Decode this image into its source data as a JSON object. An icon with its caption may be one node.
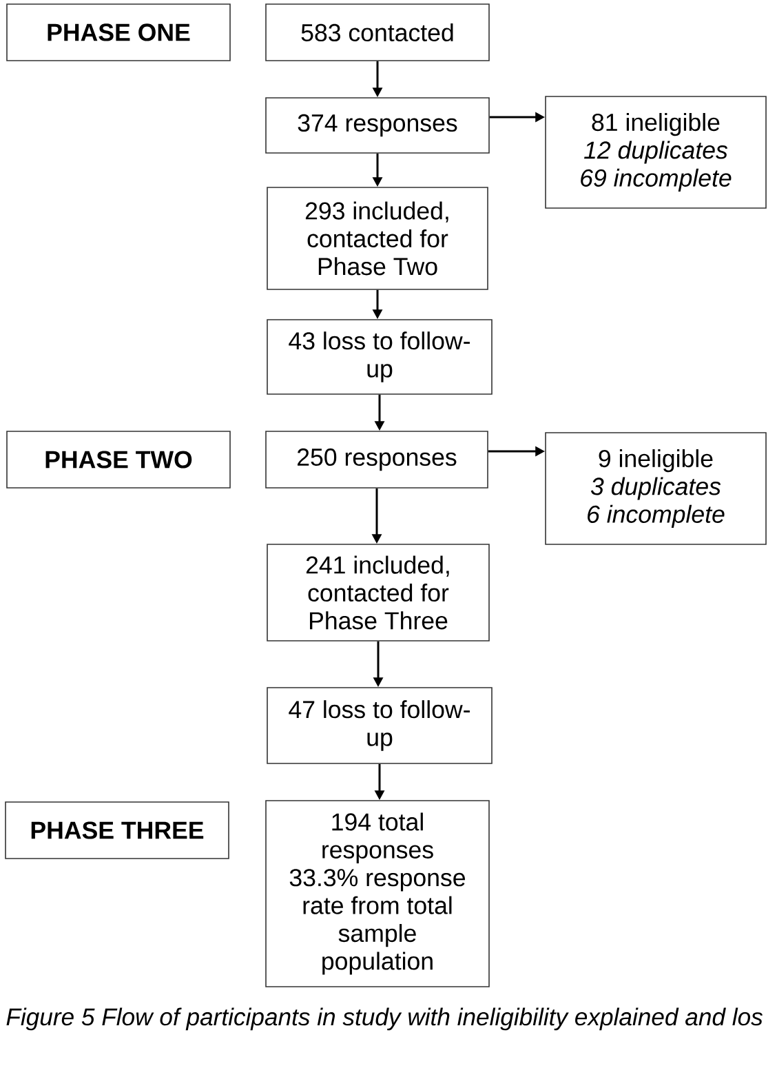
{
  "diagram": {
    "caption": "Figure 5 Flow of participants in study with ineligibility explained and los",
    "nodes": [
      {
        "text": [
          "PHASE ONE"
        ]
      },
      {
        "text": [
          "583 contacted"
        ]
      },
      {
        "text": [
          "374 responses"
        ]
      },
      {
        "text": [
          "81 ineligible",
          "12 duplicates",
          "69 incomplete"
        ]
      },
      {
        "text": [
          "293 included, contacted for Phase Two"
        ]
      },
      {
        "text": [
          "43 loss to follow-up"
        ]
      },
      {
        "text": [
          "PHASE TWO"
        ]
      },
      {
        "text": [
          "250 responses"
        ]
      },
      {
        "text": [
          "9 ineligible",
          "3 duplicates",
          "6 incomplete"
        ]
      },
      {
        "text": [
          "241 included, contacted for Phase Three"
        ]
      },
      {
        "text": [
          "47 loss to follow-up"
        ]
      },
      {
        "text": [
          "PHASE THREE"
        ]
      },
      {
        "text": [
          "194 total responses 33.3% response rate from total sample population"
        ]
      }
    ],
    "edges": [
      {
        "from": 1,
        "to": 2,
        "arrow": "to"
      },
      {
        "from": 2,
        "to": 3,
        "arrow": "to"
      },
      {
        "from": 2,
        "to": 4,
        "arrow": "to"
      },
      {
        "from": 4,
        "to": 5,
        "arrow": "to"
      },
      {
        "from": 5,
        "to": 7,
        "arrow": "to"
      },
      {
        "from": 7,
        "to": 8,
        "arrow": "to"
      },
      {
        "from": 7,
        "to": 9,
        "arrow": "to"
      },
      {
        "from": 9,
        "to": 10,
        "arrow": "to"
      },
      {
        "from": 10,
        "to": 12,
        "arrow": "to"
      }
    ]
  }
}
